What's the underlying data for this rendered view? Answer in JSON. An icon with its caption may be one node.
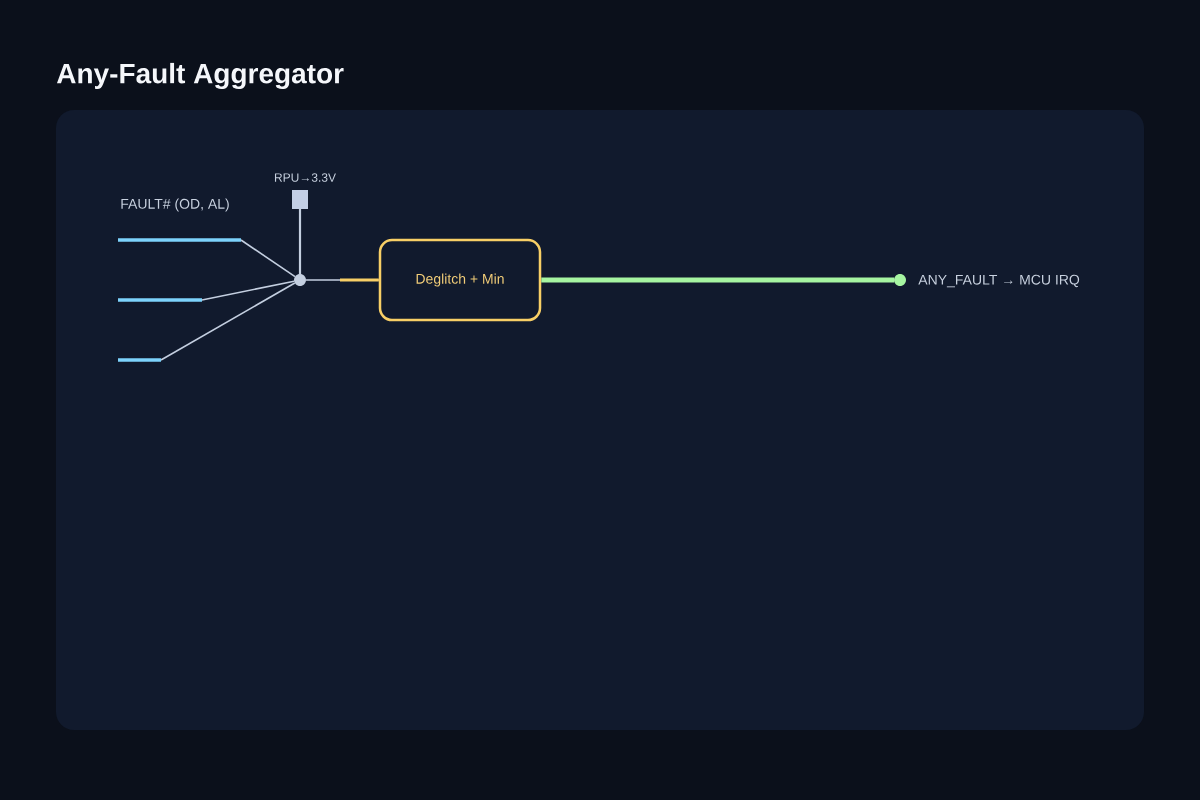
{
  "diagram": {
    "title": "Any-Fault Aggregator",
    "nodes": [
      {
        "text": [],
        "shape": "bar"
      },
      {
        "text": [],
        "shape": "bar"
      },
      {
        "text": [],
        "shape": "bar"
      },
      {
        "text": [],
        "shape": "box",
        "beside": [
          "RPU→3.3V"
        ]
      },
      {
        "text": [],
        "shape": "circle"
      },
      {
        "text": [
          "Deglitch + Min"
        ]
      },
      {
        "text": [],
        "shape": "circle",
        "beside": [
          "ANY_FAULT → MCU IRQ"
        ]
      }
    ],
    "edges": [
      {
        "from": 0,
        "to": 4,
        "arrow": "none"
      },
      {
        "from": 1,
        "to": 4,
        "arrow": "none"
      },
      {
        "from": 2,
        "to": 4,
        "arrow": "none"
      },
      {
        "from": 3,
        "to": 4,
        "arrow": "none"
      },
      {
        "from": 4,
        "to": 5,
        "arrow": "none"
      },
      {
        "from": 5,
        "to": 6,
        "arrow": "none",
        "style": "thick",
        "color": "#a6f5a1"
      }
    ],
    "labels": [
      "FAULT# (OD, AL)"
    ]
  }
}
